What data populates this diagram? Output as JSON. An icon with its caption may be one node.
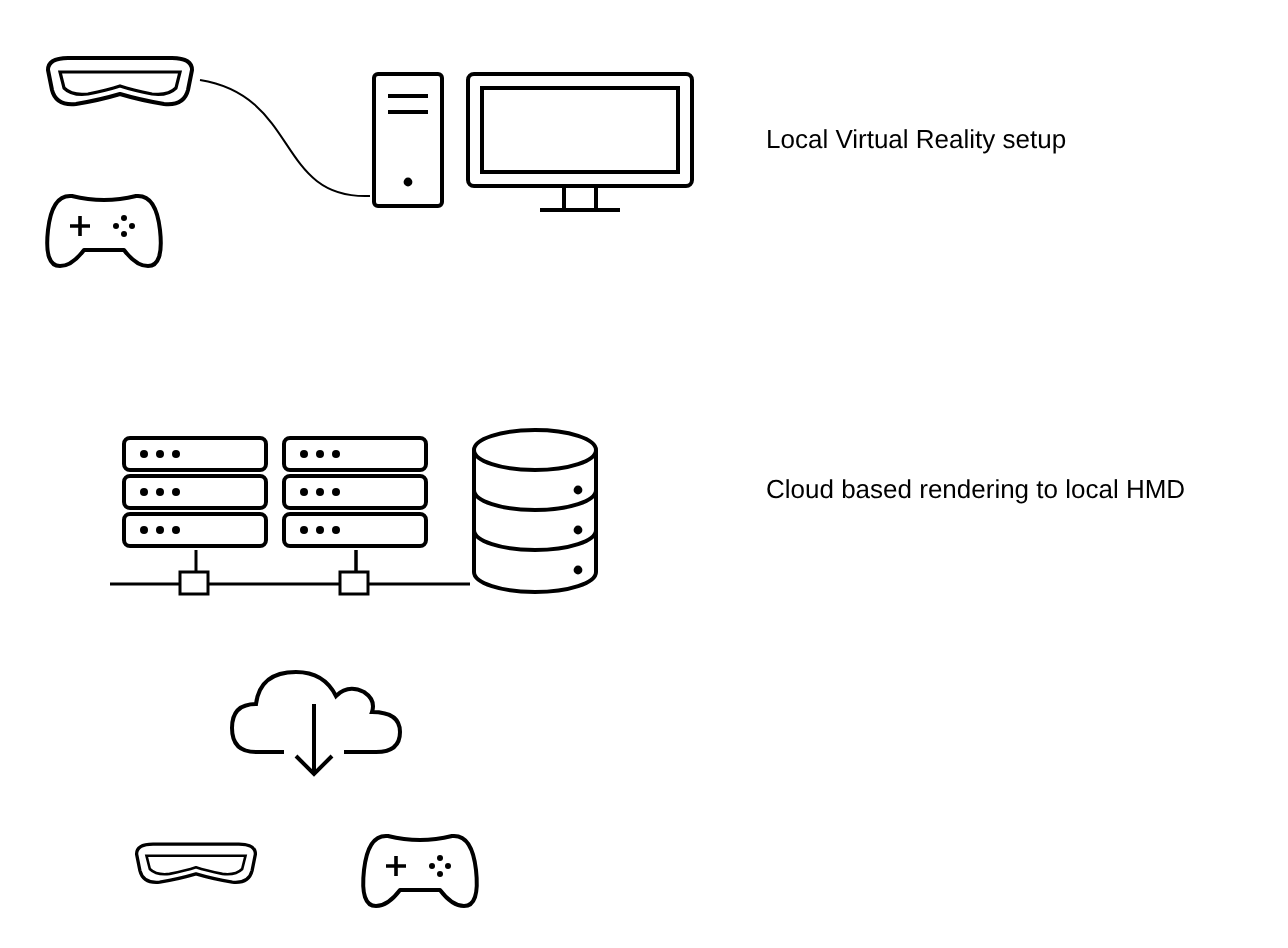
{
  "diagram": {
    "nodes": [
      {
        "text": [],
        "shape": "picture"
      },
      {
        "text": [],
        "shape": "picture"
      },
      {
        "text": [],
        "shape": "picture"
      },
      {
        "text": [],
        "shape": "picture"
      },
      {
        "text": [],
        "shape": "cylinder"
      }
    ],
    "edges": [
      {
        "from": 0,
        "to": 1,
        "arrow": "none"
      },
      {
        "from": 2,
        "to": 3,
        "arrow": "none"
      },
      {
        "from": 3,
        "to": 4,
        "arrow": "none"
      }
    ],
    "labels": [
      "Local Virtual Reality setup",
      "Cloud based rendering to local HMD"
    ]
  }
}
